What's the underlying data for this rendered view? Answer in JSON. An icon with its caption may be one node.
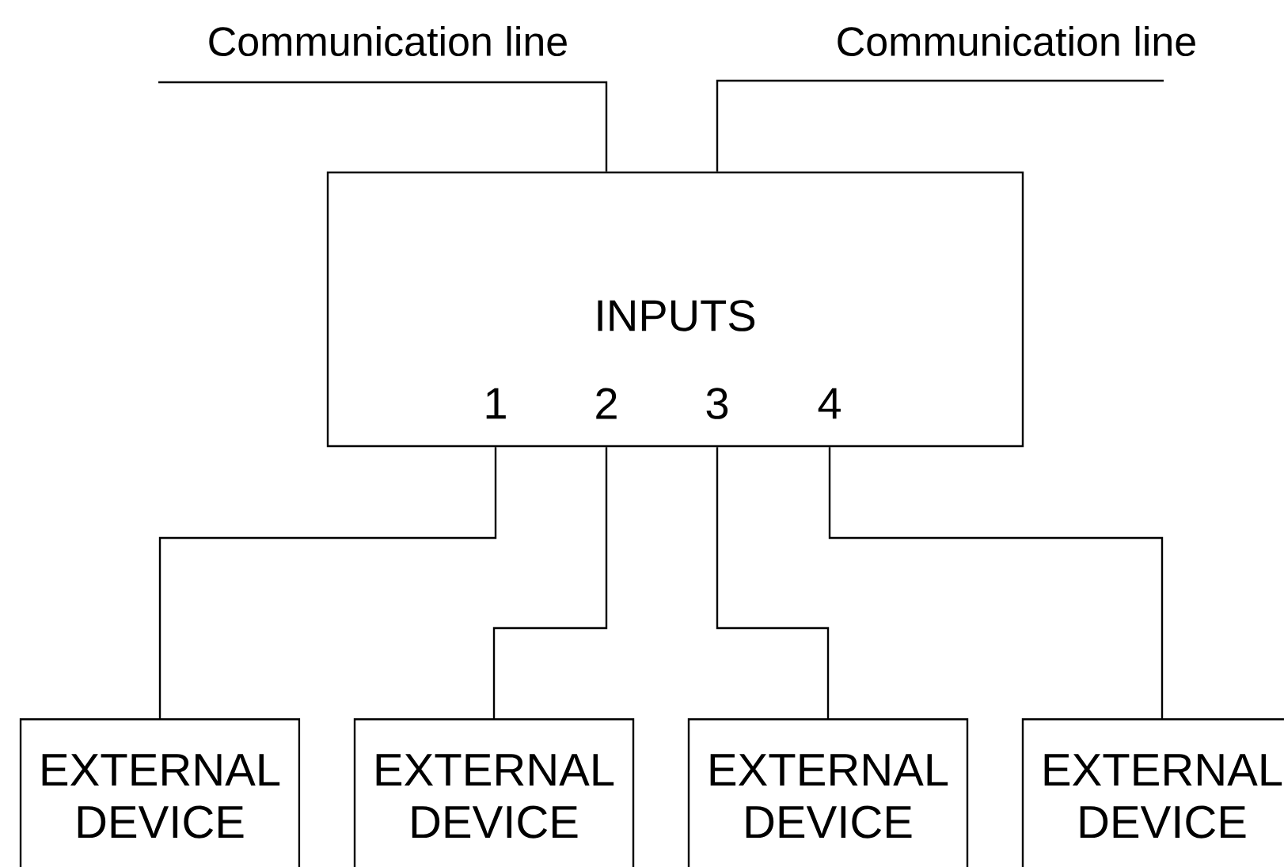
{
  "diagram": {
    "nodes": [
      {
        "text": [
          "INPUTS"
        ]
      },
      {
        "text": [
          "EXTERNAL DEVICE"
        ]
      },
      {
        "text": [
          "EXTERNAL DEVICE"
        ]
      },
      {
        "text": [
          "EXTERNAL DEVICE"
        ]
      },
      {
        "text": [
          "EXTERNAL DEVICE"
        ]
      }
    ],
    "edges": [
      {
        "from": null,
        "to": 0,
        "arrow": "none",
        "label": "Communication line"
      },
      {
        "from": null,
        "to": 0,
        "arrow": "none",
        "label": "Communication line"
      },
      {
        "from": 0,
        "to": 1,
        "arrow": "none"
      },
      {
        "from": 0,
        "to": 2,
        "arrow": "none"
      },
      {
        "from": 0,
        "to": 3,
        "arrow": "none"
      },
      {
        "from": 0,
        "to": 4,
        "arrow": "none"
      }
    ],
    "labels": [
      "1",
      "2",
      "3",
      "4"
    ]
  }
}
